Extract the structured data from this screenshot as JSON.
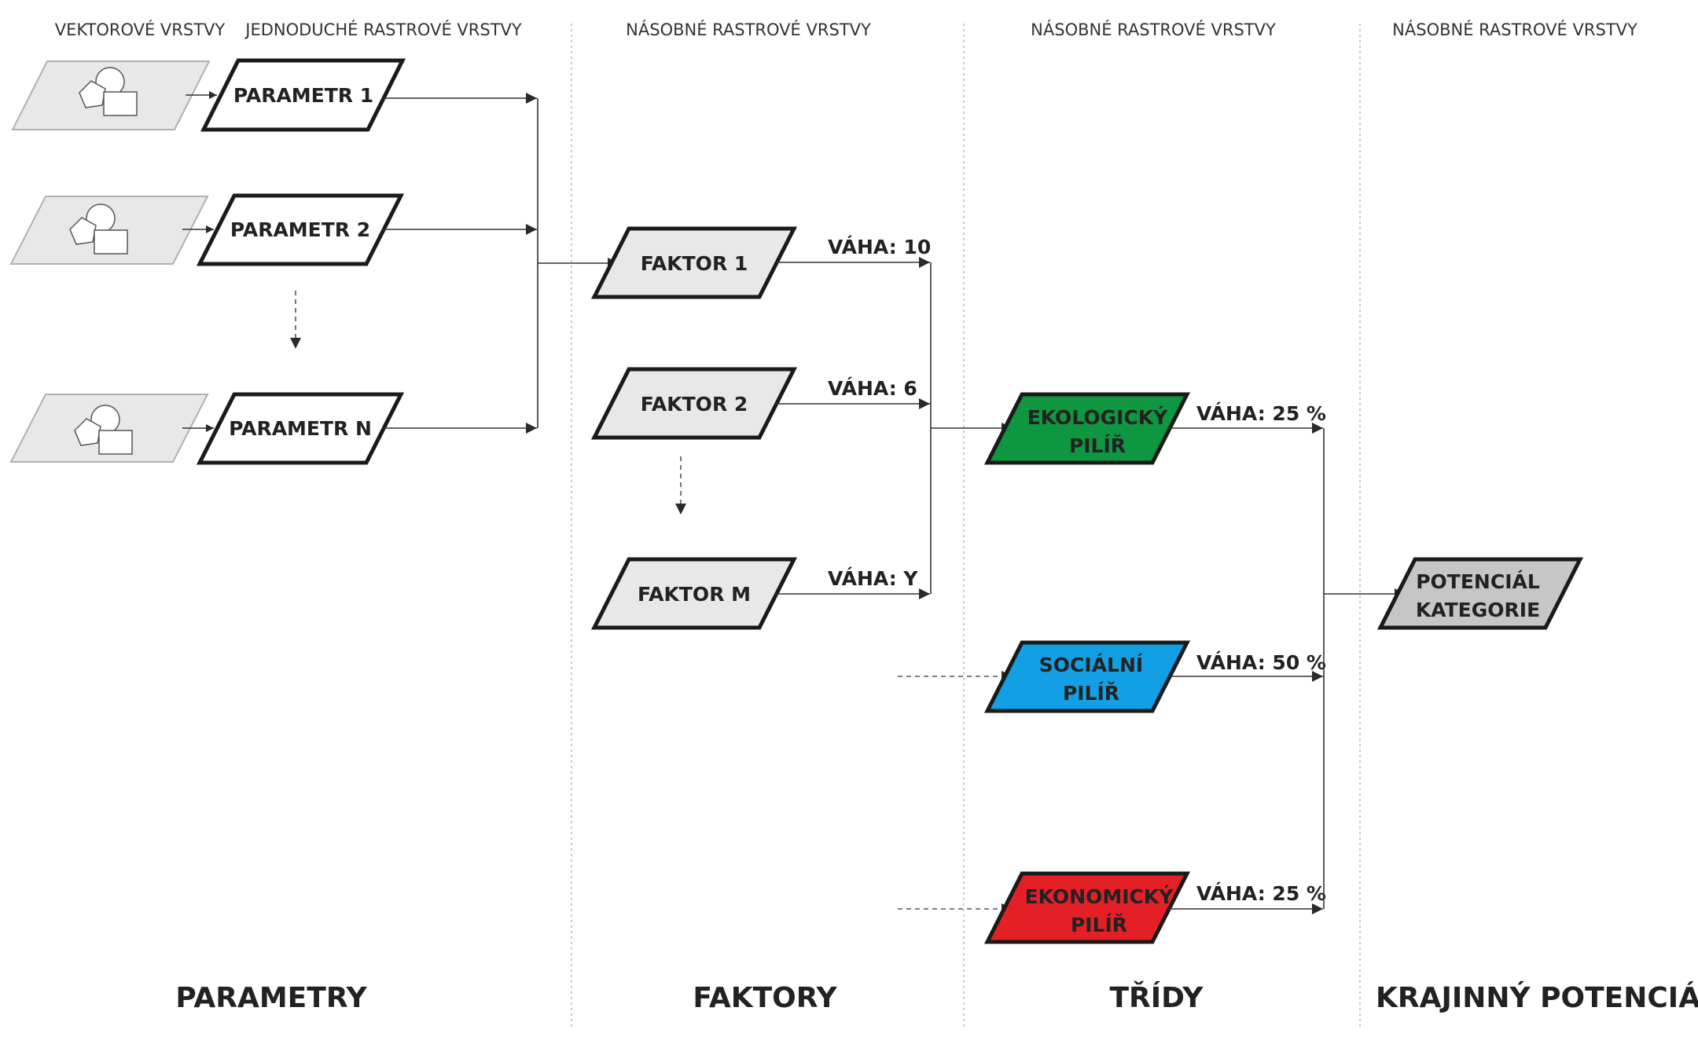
{
  "headers": {
    "vector": "VEKTOROVÉ VRSTVY",
    "simple_raster": "JEDNODUCHÉ RASTROVÉ VRSTVY",
    "multi_raster_1": "NÁSOBNÉ RASTROVÉ VRSTVY",
    "multi_raster_2": "NÁSOBNÉ RASTROVÉ VRSTVY",
    "multi_raster_3": "NÁSOBNÉ RASTROVÉ VRSTVY"
  },
  "parameters": [
    {
      "label": "PARAMETR 1"
    },
    {
      "label": "PARAMETR 2"
    },
    {
      "label": "PARAMETR N"
    }
  ],
  "factors": [
    {
      "label": "FAKTOR 1",
      "weight": "VÁHA: 10"
    },
    {
      "label": "FAKTOR 2",
      "weight": "VÁHA: 6"
    },
    {
      "label": "FAKTOR M",
      "weight": "VÁHA: Y"
    }
  ],
  "classes": [
    {
      "line1": "EKOLOGICKÝ",
      "line2": "PILÍŘ",
      "weight": "VÁHA: 25 %",
      "color": "#0f9640"
    },
    {
      "line1": "SOCIÁLNÍ",
      "line2": "PILÍŘ",
      "weight": "VÁHA: 50 %",
      "color": "#129fe3"
    },
    {
      "line1": "EKONOMICKÝ",
      "line2": "PILÍŘ",
      "weight": "VÁHA: 25 %",
      "color": "#e42027"
    }
  ],
  "result": {
    "line1": "POTENCIÁL",
    "line2": "KATEGORIE",
    "color": "#c6c6c6"
  },
  "sections": {
    "parameters": "PARAMETRY",
    "factors": "FAKTORY",
    "classes": "TŘÍDY",
    "potential": "KRAJINNÝ POTENCIÁL"
  }
}
